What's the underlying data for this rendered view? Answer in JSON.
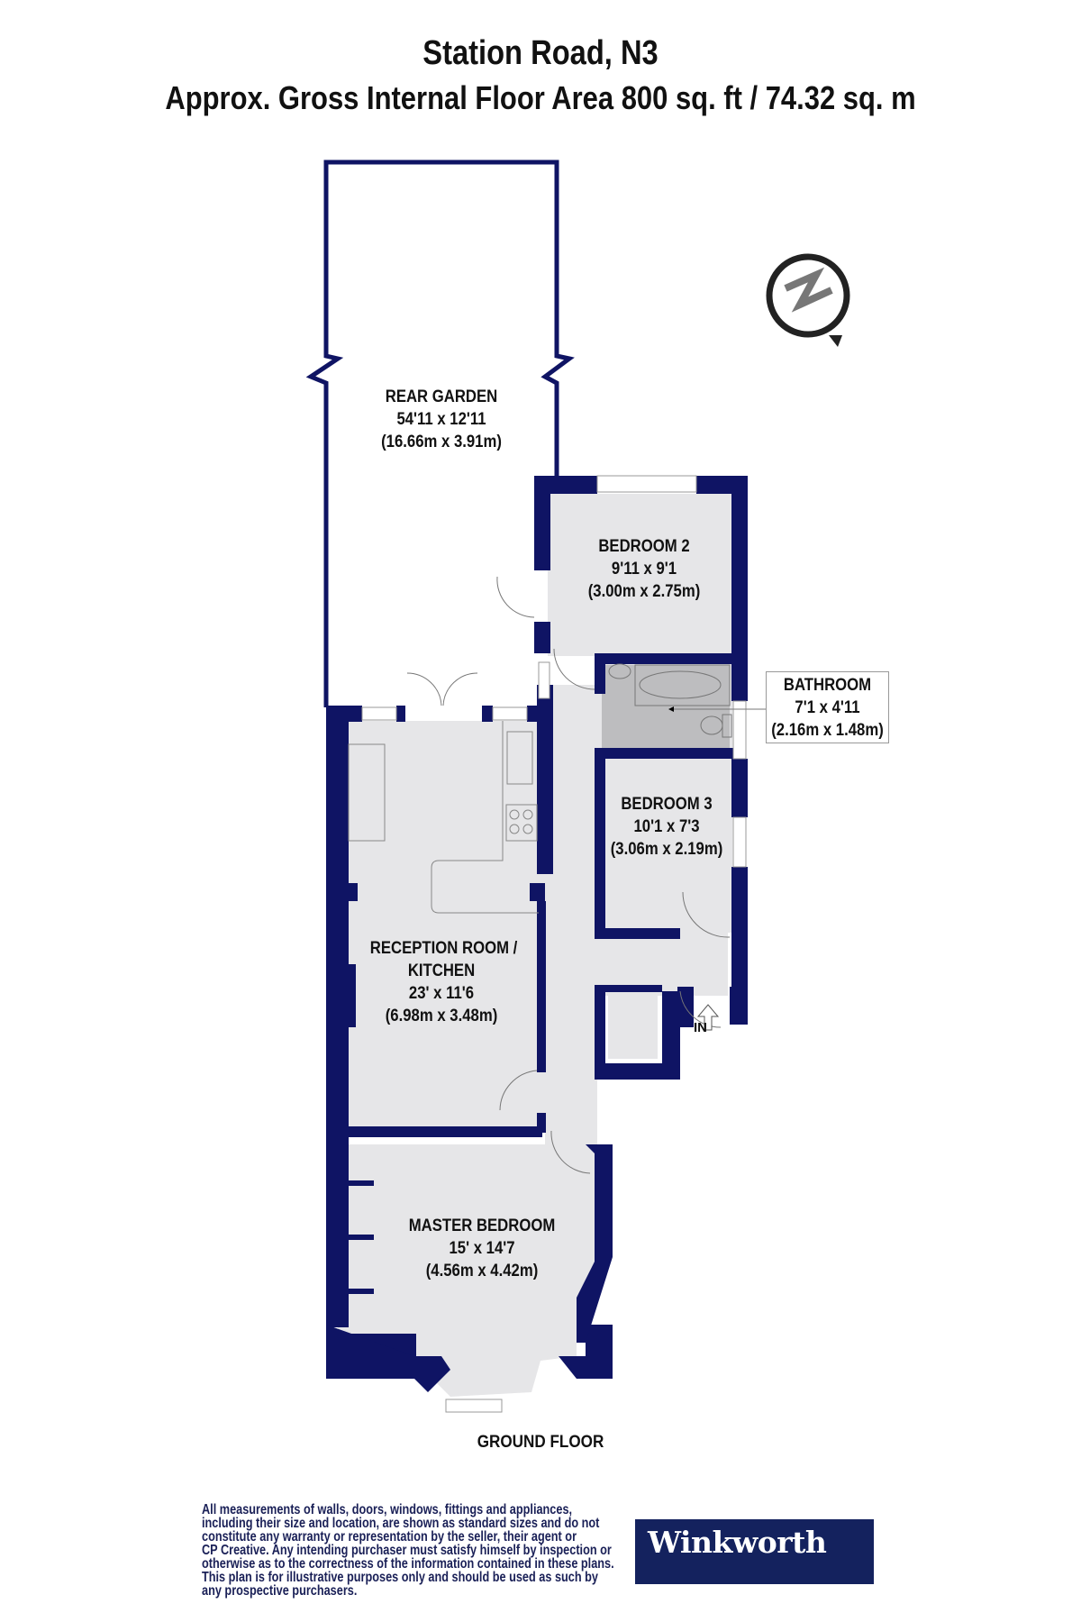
{
  "header": {
    "address": "Station Road, N3",
    "area": "Approx. Gross Internal Floor Area 800 sq. ft / 74.32 sq. m"
  },
  "compass": {
    "icon": "north-compass-icon",
    "letter": "N"
  },
  "rooms": [
    {
      "name": "REAR GARDEN",
      "imperial": "54'11 x 12'11",
      "metric": "(16.66m x 3.91m)"
    },
    {
      "name": "BEDROOM 2",
      "imperial": "9'11 x 9'1",
      "metric": "(3.00m x 2.75m)"
    },
    {
      "name": "BATHROOM",
      "imperial": "7'1 x 4'11",
      "metric": "(2.16m x 1.48m)"
    },
    {
      "name": "BEDROOM 3",
      "imperial": "10'1 x 7'3",
      "metric": "(3.06m x 2.19m)"
    },
    {
      "name": "RECEPTION ROOM /",
      "name2": "KITCHEN",
      "imperial": "23' x 11'6",
      "metric": "(6.98m x 3.48m)"
    },
    {
      "name": "MASTER BEDROOM",
      "imperial": "15' x 14'7",
      "metric": "(4.56m x 4.42m)"
    }
  ],
  "entrance_label": "IN",
  "floor_label": "GROUND FLOOR",
  "disclaimer": [
    "All measurements of walls, doors, windows, fittings and appliances,",
    "including their size and location, are shown as standard sizes and do not",
    "constitute any warranty or representation by the seller, their agent or",
    "CP Creative. Any intending purchaser must satisfy himself by inspection or",
    "otherwise as to the correctness of the information contained in these plans.",
    "This plan is for illustrative purposes only and should be used as such by",
    "any prospective purchasers."
  ],
  "logo": {
    "text": "Winkworth",
    "background": "#14225e"
  },
  "colors": {
    "wall": "#0f1464",
    "floor": "#e6e6e8",
    "bathroom_floor": "#bdbdbf"
  }
}
